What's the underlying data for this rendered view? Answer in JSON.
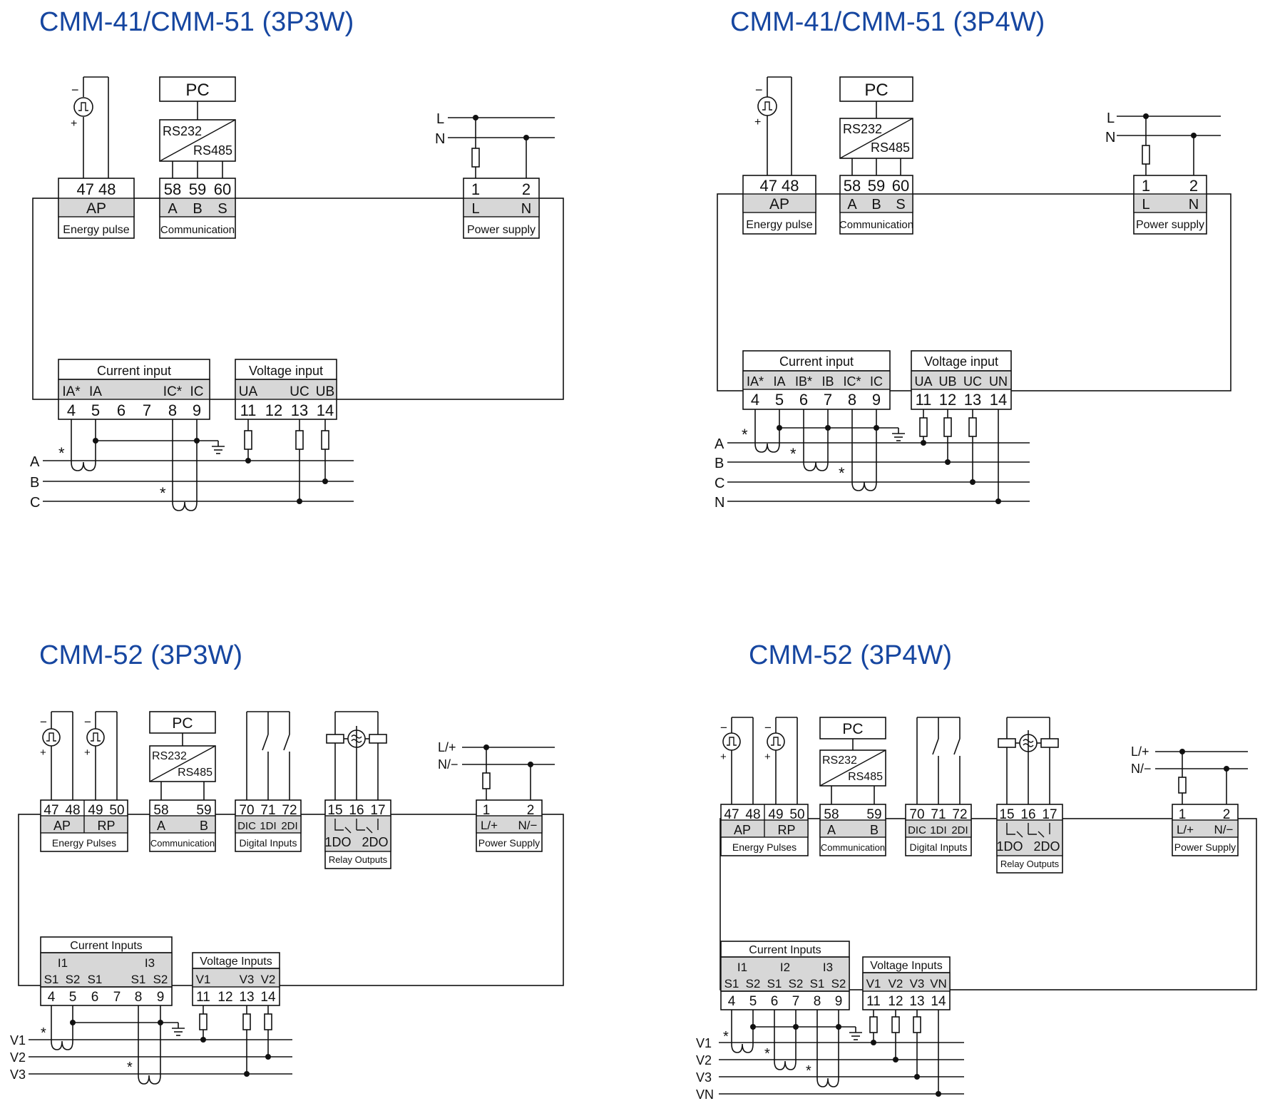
{
  "colors": {
    "title": "#1646a0",
    "line": "#111111",
    "label_band": "#d7d7d7"
  },
  "panels": [
    {
      "title": "CMM-41/CMM-51 (3P3W)",
      "energy_pulse": {
        "terminals": "47 48",
        "code": "AP",
        "caption": "Energy pulse"
      },
      "pc": {
        "label": "PC",
        "rs232": "RS232",
        "rs485": "RS485"
      },
      "communication": {
        "terminals": [
          "58",
          "59",
          "60"
        ],
        "codes": [
          "A",
          "B",
          "S"
        ],
        "caption": "Communication"
      },
      "power": {
        "terminals": [
          "1",
          "2"
        ],
        "codes": [
          "L",
          "N"
        ],
        "caption": "Power supply",
        "line_l": "L",
        "line_n": "N"
      },
      "current": {
        "title": "Current input",
        "codes": [
          "IA*",
          "IA",
          "IC*",
          "IC"
        ],
        "terminals": [
          "4",
          "5",
          "6",
          "7",
          "8",
          "9"
        ]
      },
      "voltage": {
        "title": "Voltage input",
        "codes": [
          "UA",
          "UC",
          "UB"
        ],
        "terminals": [
          "11",
          "12",
          "13",
          "14"
        ]
      },
      "lines": [
        "A",
        "B",
        "C"
      ],
      "star": "*",
      "pulse_minus": "−",
      "pulse_plus": "+"
    },
    {
      "title": "CMM-41/CMM-51 (3P4W)",
      "energy_pulse": {
        "terminals": "47 48",
        "code": "AP",
        "caption": "Energy pulse"
      },
      "pc": {
        "label": "PC",
        "rs232": "RS232",
        "rs485": "RS485"
      },
      "communication": {
        "terminals": [
          "58",
          "59",
          "60"
        ],
        "codes": [
          "A",
          "B",
          "S"
        ],
        "caption": "Communication"
      },
      "power": {
        "terminals": [
          "1",
          "2"
        ],
        "codes": [
          "L",
          "N"
        ],
        "caption": "Power supply",
        "line_l": "L",
        "line_n": "N"
      },
      "current": {
        "title": "Current input",
        "codes": [
          "IA*",
          "IA",
          "IB*",
          "IB",
          "IC*",
          "IC"
        ],
        "terminals": [
          "4",
          "5",
          "6",
          "7",
          "8",
          "9"
        ]
      },
      "voltage": {
        "title": "Voltage input",
        "codes": [
          "UA",
          "UB",
          "UC",
          "UN"
        ],
        "terminals": [
          "11",
          "12",
          "13",
          "14"
        ]
      },
      "lines": [
        "A",
        "B",
        "C",
        "N"
      ],
      "star": "*",
      "pulse_minus": "−",
      "pulse_plus": "+"
    },
    {
      "title": "CMM-52 (3P3W)",
      "energy_pulses": {
        "terminals": [
          "47",
          "48",
          "49",
          "50"
        ],
        "codes": [
          "AP",
          "RP"
        ],
        "caption": "Energy Pulses"
      },
      "pc": {
        "label": "PC",
        "rs232": "RS232",
        "rs485": "RS485"
      },
      "communication": {
        "terminals": [
          "58",
          "59"
        ],
        "codes": [
          "A",
          "B"
        ],
        "caption": "Communication"
      },
      "digital": {
        "terminals": [
          "70",
          "71",
          "72"
        ],
        "codes": [
          "DIC",
          "1DI",
          "2DI"
        ],
        "caption": "Digital Inputs"
      },
      "relay": {
        "terminals": [
          "15",
          "16",
          "17"
        ],
        "codes": [
          "1DO",
          "2DO"
        ],
        "caption": "Relay Outputs"
      },
      "power": {
        "terminals": [
          "1",
          "2"
        ],
        "codes": [
          "L/+",
          "N/−"
        ],
        "caption": "Power Supply",
        "line_l": "L/+",
        "line_n": "N/−"
      },
      "current": {
        "title": "Current Inputs",
        "groups": [
          "I1",
          "I3"
        ],
        "codes": [
          "S1",
          "S2",
          "S1",
          "S1",
          "S2"
        ],
        "terminals": [
          "4",
          "5",
          "6",
          "7",
          "8",
          "9"
        ]
      },
      "voltage": {
        "title": "Voltage Inputs",
        "codes": [
          "V1",
          "V3",
          "V2"
        ],
        "terminals": [
          "11",
          "12",
          "13",
          "14"
        ]
      },
      "lines": [
        "V1",
        "V2",
        "V3"
      ],
      "star": "*",
      "pulse_minus": "−",
      "pulse_plus": "+"
    },
    {
      "title": "CMM-52 (3P4W)",
      "energy_pulses": {
        "terminals": [
          "47",
          "48",
          "49",
          "50"
        ],
        "codes": [
          "AP",
          "RP"
        ],
        "caption": "Energy Pulses"
      },
      "pc": {
        "label": "PC",
        "rs232": "RS232",
        "rs485": "RS485"
      },
      "communication": {
        "terminals": [
          "58",
          "59"
        ],
        "codes": [
          "A",
          "B"
        ],
        "caption": "Communication"
      },
      "digital": {
        "terminals": [
          "70",
          "71",
          "72"
        ],
        "codes": [
          "DIC",
          "1DI",
          "2DI"
        ],
        "caption": "Digital Inputs"
      },
      "relay": {
        "terminals": [
          "15",
          "16",
          "17"
        ],
        "codes": [
          "1DO",
          "2DO"
        ],
        "caption": "Relay Outputs"
      },
      "power": {
        "terminals": [
          "1",
          "2"
        ],
        "codes": [
          "L/+",
          "N/−"
        ],
        "caption": "Power Supply",
        "line_l": "L/+",
        "line_n": "N/−"
      },
      "current": {
        "title": "Current Inputs",
        "groups": [
          "I1",
          "I2",
          "I3"
        ],
        "codes": [
          "S1",
          "S2",
          "S1",
          "S2",
          "S1",
          "S2"
        ],
        "terminals": [
          "4",
          "5",
          "6",
          "7",
          "8",
          "9"
        ]
      },
      "voltage": {
        "title": "Voltage Inputs",
        "codes": [
          "V1",
          "V2",
          "V3",
          "VN"
        ],
        "terminals": [
          "11",
          "12",
          "13",
          "14"
        ]
      },
      "lines": [
        "V1",
        "V2",
        "V3",
        "VN"
      ],
      "star": "*",
      "pulse_minus": "−",
      "pulse_plus": "+"
    }
  ]
}
